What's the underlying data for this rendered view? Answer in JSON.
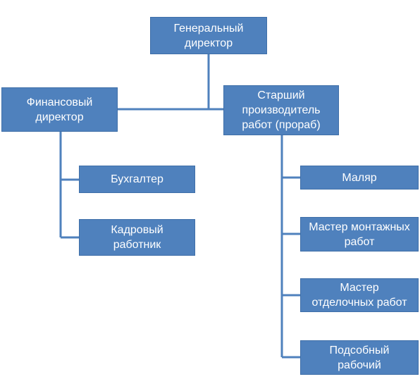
{
  "org_chart": {
    "ceo": "Генеральный\nдиректор",
    "cfo": "Финансовый\nдиректор",
    "foreman": "Старший\nпроизводитель\nработ  (прораб)",
    "accountant": "Бухгалтер",
    "hr_officer": "Кадровый\nработник",
    "painter": "Маляр",
    "installation_master": "Мастер монтажных\nработ",
    "finishing_master": "Мастер\nотделочных работ",
    "helper": "Подсобный\nрабочий"
  },
  "colors": {
    "node_fill": "#4f81bd",
    "connector": "#4f81bd",
    "text": "#ffffff"
  }
}
